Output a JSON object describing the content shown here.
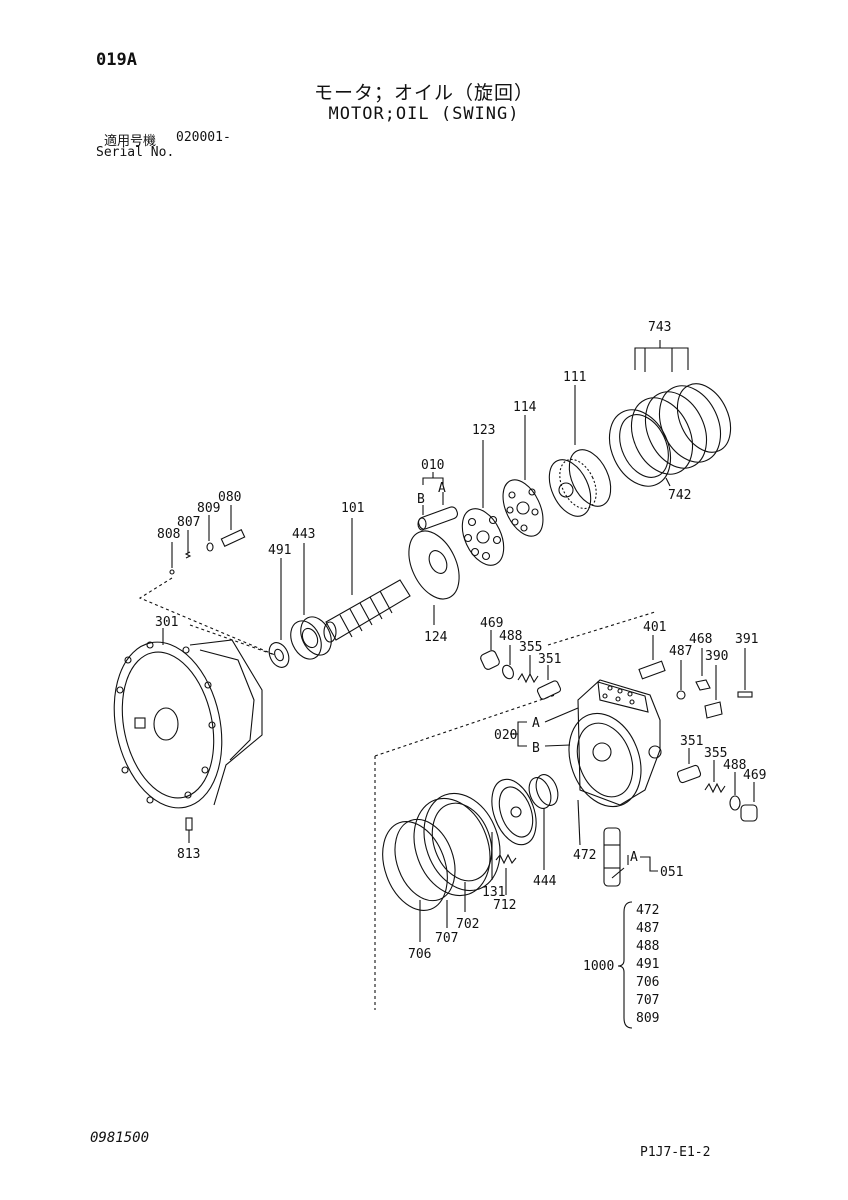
{
  "header": {
    "page_code": "019A",
    "title_jp": "モータ；オイル（旋回）",
    "title_en": "MOTOR;OIL (SWING)",
    "serial_label_jp": "適用号機",
    "serial_value": "020001-",
    "serial_label_en": "Serial No."
  },
  "callouts": {
    "c743": "743",
    "c111": "111",
    "c114": "114",
    "c123": "123",
    "c010": "010",
    "cA1": "A",
    "cB1": "B",
    "c080": "080",
    "c809a": "809",
    "c807": "807",
    "c808": "808",
    "c101": "101",
    "c443": "443",
    "c491": "491",
    "c742": "742",
    "c124": "124",
    "c301": "301",
    "c469a": "469",
    "c488a": "488",
    "c355a": "355",
    "c351a": "351",
    "c401": "401",
    "c487": "487",
    "c468": "468",
    "c391": "391",
    "c390": "390",
    "c020": "020",
    "cA2": "A",
    "cB2": "B",
    "c351b": "351",
    "c355b": "355",
    "c488b": "488",
    "c469b": "469",
    "c472": "472",
    "cA3": "A",
    "c051": "051",
    "c444": "444",
    "c131": "131",
    "c712": "712",
    "c702": "702",
    "c707": "707",
    "c706": "706",
    "c813": "813"
  },
  "kit": {
    "number": "1000",
    "items": [
      "472",
      "487",
      "488",
      "491",
      "706",
      "707",
      "809"
    ]
  },
  "footer": {
    "doc_number": "0981500",
    "sheet_ref": "P1J7-E1-2"
  }
}
